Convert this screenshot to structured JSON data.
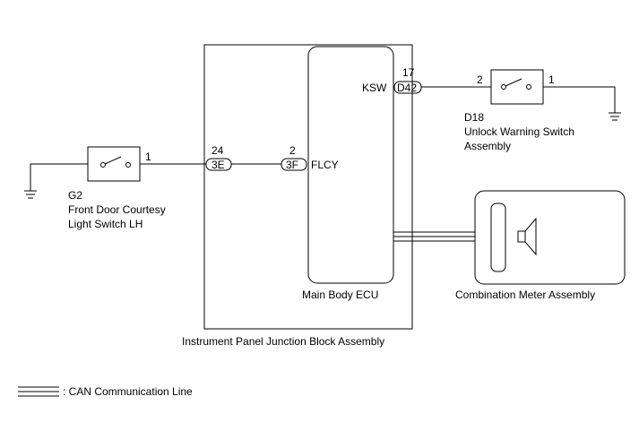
{
  "junction_block": {
    "label": "Instrument Panel Junction Block Assembly"
  },
  "ecu": {
    "label": "Main Body ECU"
  },
  "connectors": {
    "c3e": {
      "pin": "24",
      "code": "3E"
    },
    "c3f": {
      "pin": "2",
      "code": "3F",
      "signal": "FLCY"
    },
    "d42": {
      "pin": "17",
      "code": "D42",
      "signal": "KSW"
    }
  },
  "switch_g2": {
    "pin": "1",
    "id": "G2",
    "name_line1": "Front Door Courtesy",
    "name_line2": "Light Switch LH"
  },
  "switch_d18": {
    "pin_left": "2",
    "pin_right": "1",
    "id": "D18",
    "name_line1": "Unlock Warning Switch",
    "name_line2": "Assembly"
  },
  "meter": {
    "label": "Combination Meter Assembly"
  },
  "legend": {
    "can_label": ": CAN Communication Line"
  },
  "icons": [
    "ground-icon",
    "switch-icon",
    "speaker-icon"
  ]
}
